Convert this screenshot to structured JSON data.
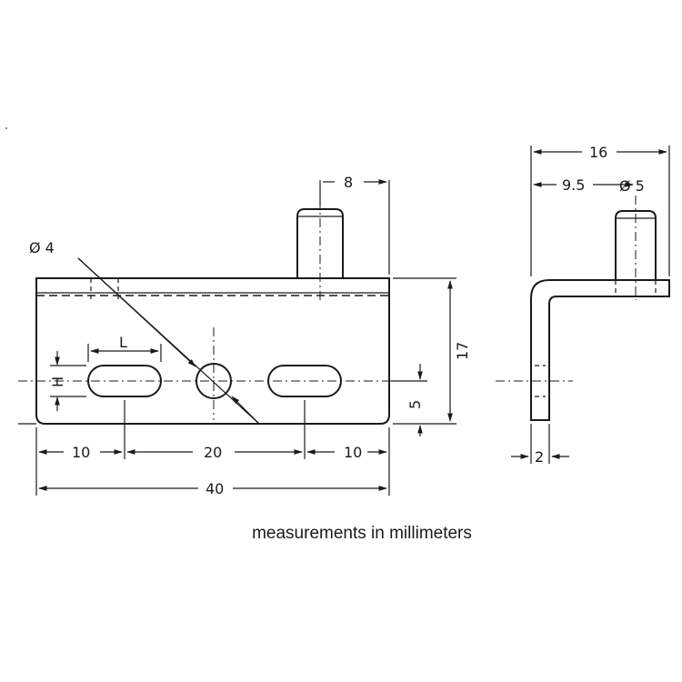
{
  "front_view": {
    "dim_width": "40",
    "dim_left_margin": "10",
    "dim_slot_spacing": "20",
    "dim_right_margin": "10",
    "dim_height": "17",
    "dim_pin_width": "8",
    "dim_slot_center_height": "5",
    "hole_diameter": "Ø 4",
    "slot_length_label": "L",
    "slot_height_label": "H"
  },
  "side_view": {
    "dim_total_depth": "16",
    "dim_pin_offset": "9.5",
    "pin_diameter": "Ø 5",
    "dim_thickness": "2"
  },
  "caption": "measurements in millimeters"
}
